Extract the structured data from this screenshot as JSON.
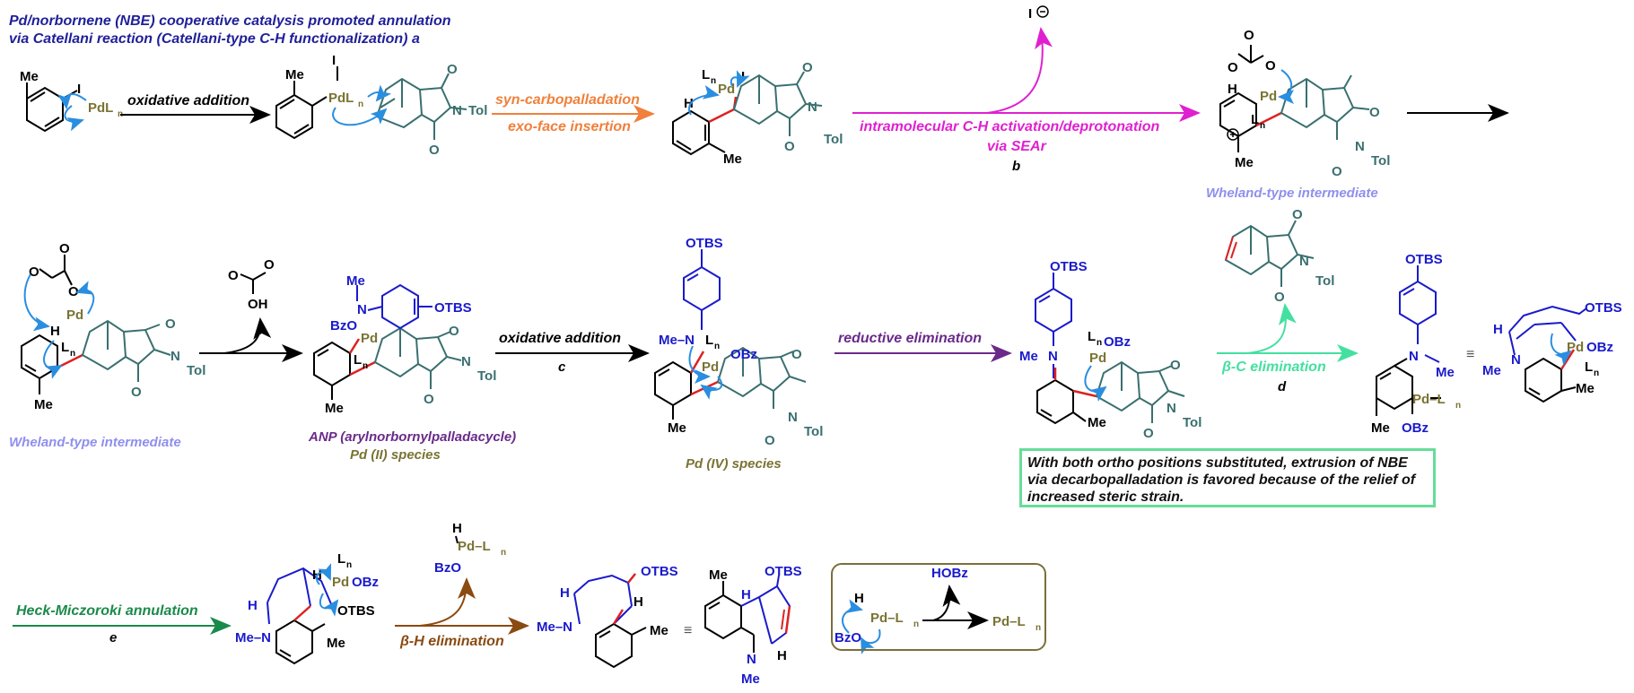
{
  "header": {
    "line1": "Pd/norbornene (NBE) cooperative catalysis promoted annulation",
    "line2": "via Catellani reaction (Catellani-type C-H functionalization) a"
  },
  "steps": {
    "ox_add": "oxidative addition",
    "syn_carbo": "syn-carbopalladation",
    "exo_face": "exo-face insertion",
    "ch_activation": "intramolecular C-H activation/deprotonation",
    "via_seAr": "via SEAr",
    "b": "b",
    "ox_add2": "oxidative addition",
    "c": "c",
    "red_elim": "reductive elimination",
    "beta_c": "β-C elimination",
    "d": "d",
    "heck": "Heck-Miczoroki annulation",
    "e": "e",
    "beta_h": "β-H elimination"
  },
  "species": {
    "wheland1": "Wheland-type intermediate",
    "wheland2": "Wheland-type intermediate",
    "anp": "ANP (arylnorbornylpalladacycle)",
    "pd2": "Pd (II) species",
    "pd4": "Pd (IV) species"
  },
  "atoms": {
    "me": "Me",
    "i": "I",
    "pd": "Pd",
    "pdln": "PdL",
    "ln": "L",
    "n_sub": "n",
    "n": "N",
    "o": "O",
    "tol": "Tol",
    "h": "H",
    "otbs": "OTBS",
    "obz": "OBz",
    "bzo": "BzO",
    "oh": "OH",
    "me_n": "Me–N",
    "hobz": "HOBz",
    "pd_ln": "Pd–L",
    "equiv": "≡"
  },
  "note": {
    "text": "With both ortho positions substituted, extrusion of NBE via decarbopalladation is favored because of the relief of increased steric strain."
  },
  "colors": {
    "navy": "#1f1f99",
    "pd_olive": "#7a7333",
    "teal": "#3a6f6f",
    "blue": "#1a1acc",
    "red": "#dd2222",
    "orange": "#f0803c",
    "magenta": "#e020d0",
    "lavender": "#8f8fee",
    "purple": "#6a2a8a",
    "green_mint": "#44e0a0",
    "heck_green": "#1a8a4a",
    "brown": "#8a4a10",
    "arrow_blue": "#2a8ee0"
  }
}
